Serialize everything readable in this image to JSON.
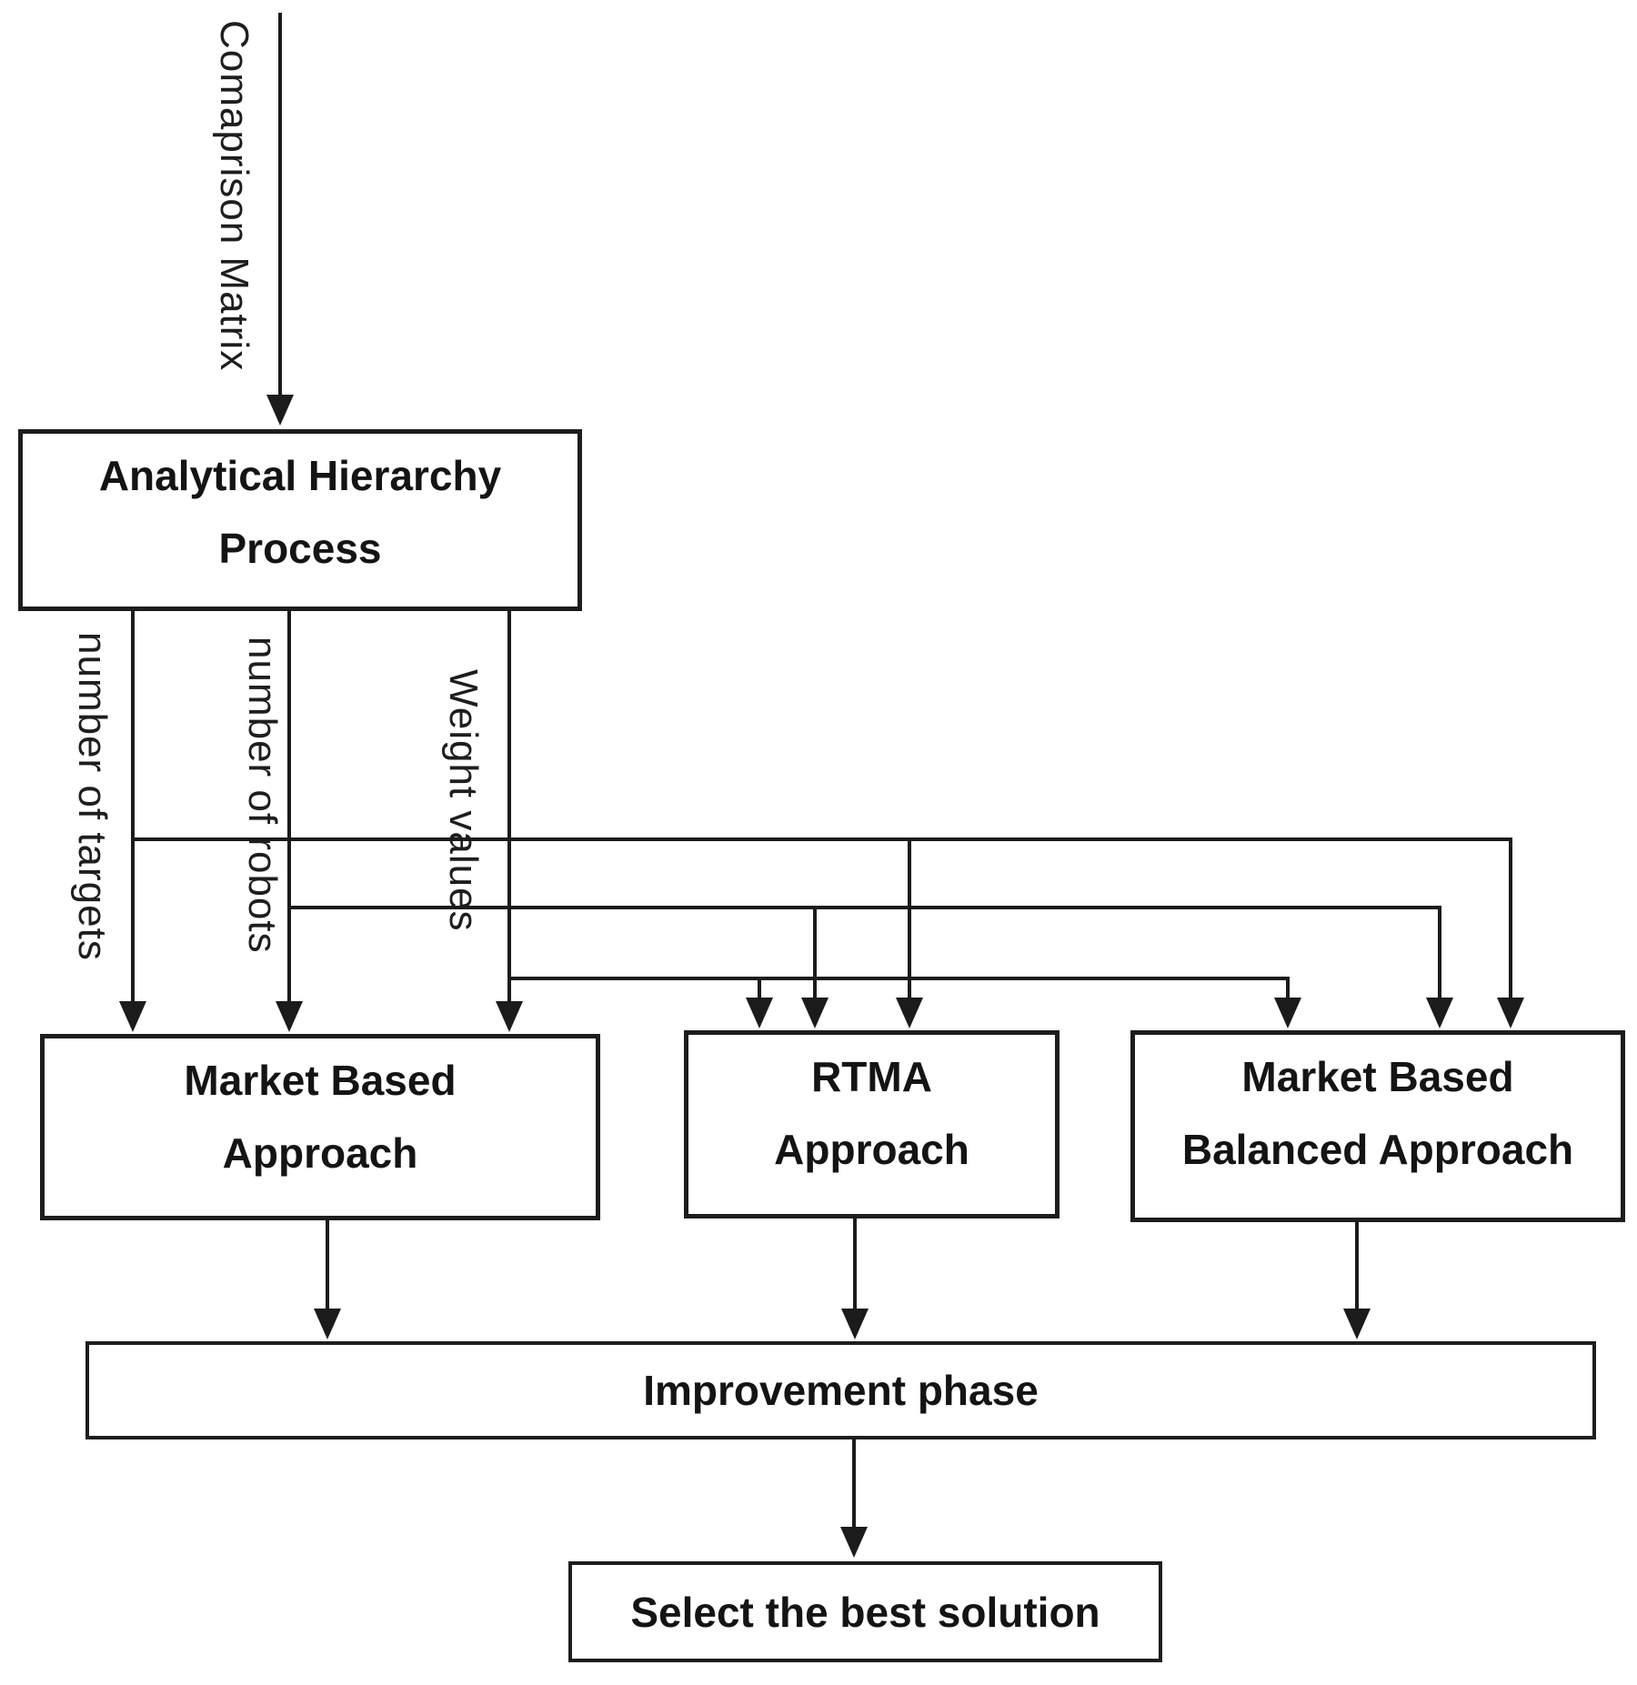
{
  "figure": {
    "type": "flowchart",
    "background": "#ffffff",
    "line_color": "#1b1b1b",
    "text_color": "#141414",
    "edge_labels": {
      "comparison_matrix": "Comaprison Matrix",
      "number_of_targets": "number of targets",
      "number_of_robots": "number of robots",
      "weight_values": "Weight values"
    },
    "nodes": {
      "ahp": {
        "line1": "Analytical Hierarchy",
        "line2": "Process"
      },
      "market_based": {
        "line1": "Market Based",
        "line2": "Approach"
      },
      "rtma": {
        "line1": "RTMA",
        "line2": "Approach"
      },
      "market_based_balanced": {
        "line1": "Market Based",
        "line2": "Balanced Approach"
      },
      "improvement": {
        "label": "Improvement phase"
      },
      "select_best": {
        "label": "Select the best solution"
      }
    }
  }
}
